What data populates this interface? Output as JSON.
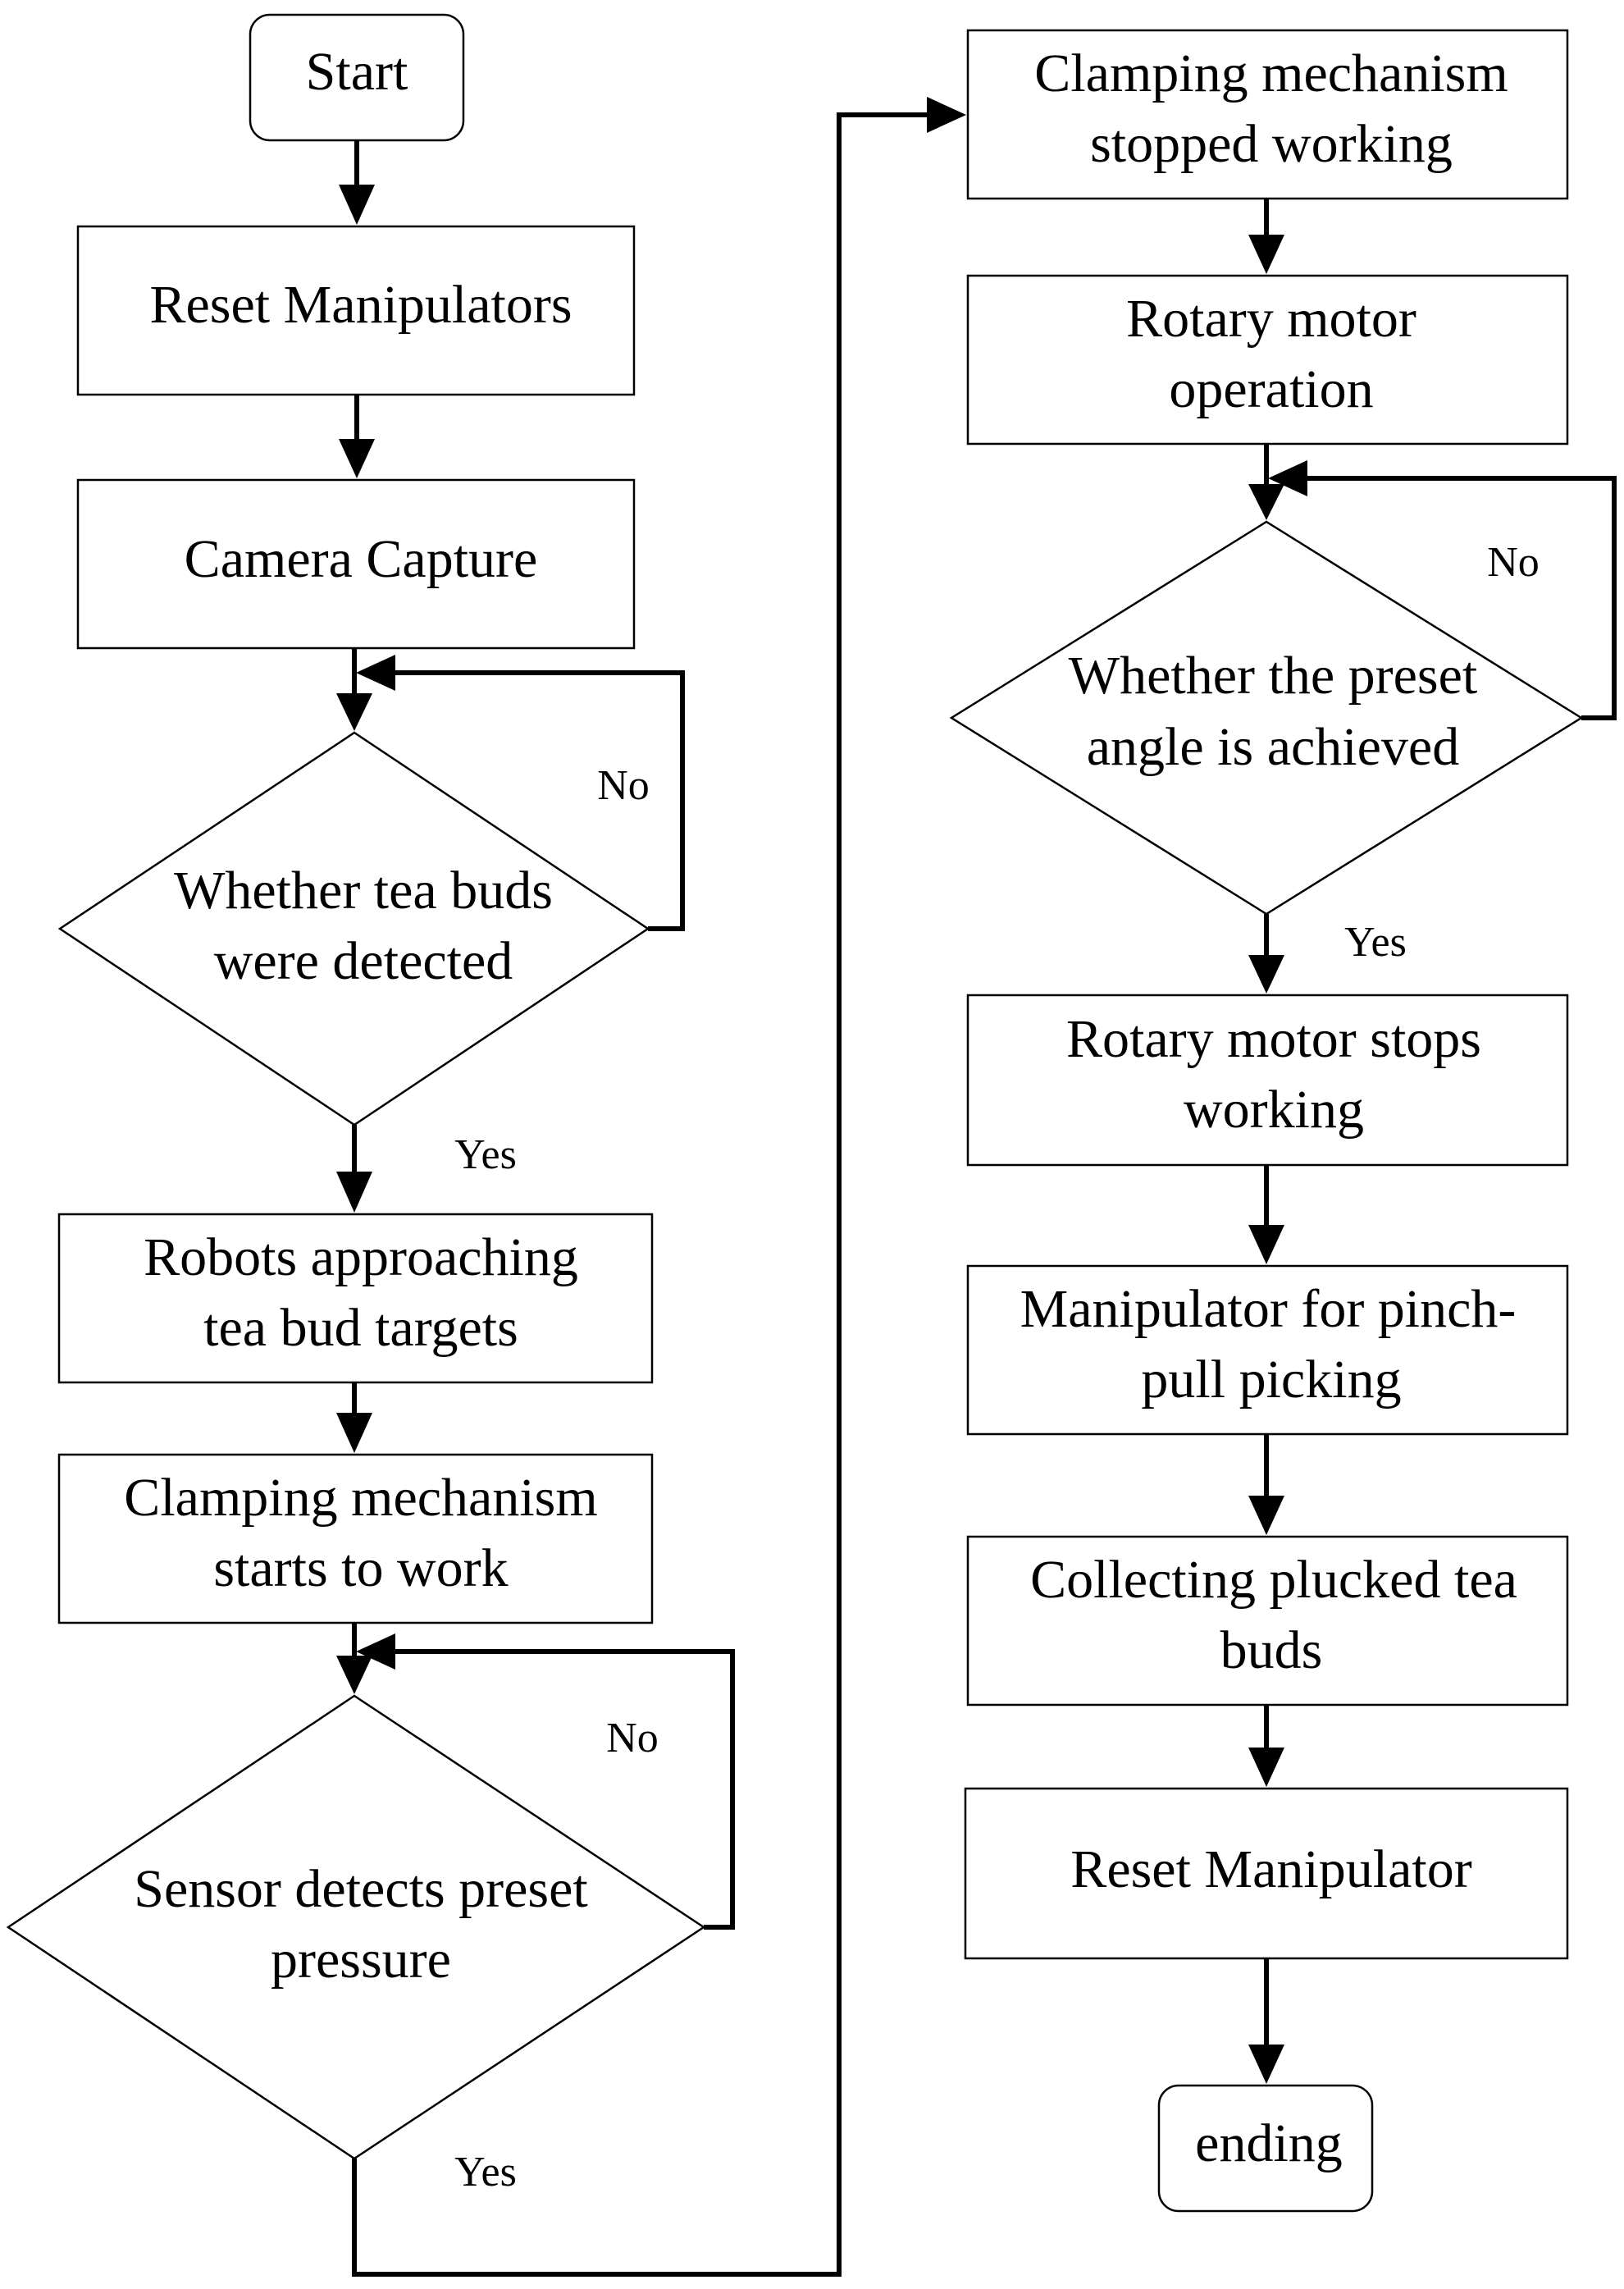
{
  "diagram": {
    "nodes": {
      "start": "Start",
      "reset_manipulators": "Reset Manipulators",
      "camera_capture": "Camera Capture",
      "tea_buds_detected": [
        "Whether tea buds",
        "were detected"
      ],
      "robots_approaching": [
        "Robots approaching",
        "tea bud targets"
      ],
      "clamping_starts": [
        "Clamping mechanism",
        "starts to work"
      ],
      "sensor_detects": [
        "Sensor detects preset",
        "pressure"
      ],
      "clamping_stopped": [
        "Clamping mechanism",
        "stopped working"
      ],
      "rotary_operation": [
        "Rotary motor",
        "operation"
      ],
      "preset_angle": [
        "Whether the preset",
        "angle is achieved"
      ],
      "rotary_stops": [
        "Rotary motor stops",
        "working"
      ],
      "pinch_pull": [
        "Manipulator for pinch-",
        "pull picking"
      ],
      "collecting": [
        "Collecting plucked tea",
        "buds"
      ],
      "reset_manipulator": "Reset Manipulator",
      "ending": "ending"
    },
    "labels": {
      "no": "No",
      "yes": "Yes"
    }
  }
}
